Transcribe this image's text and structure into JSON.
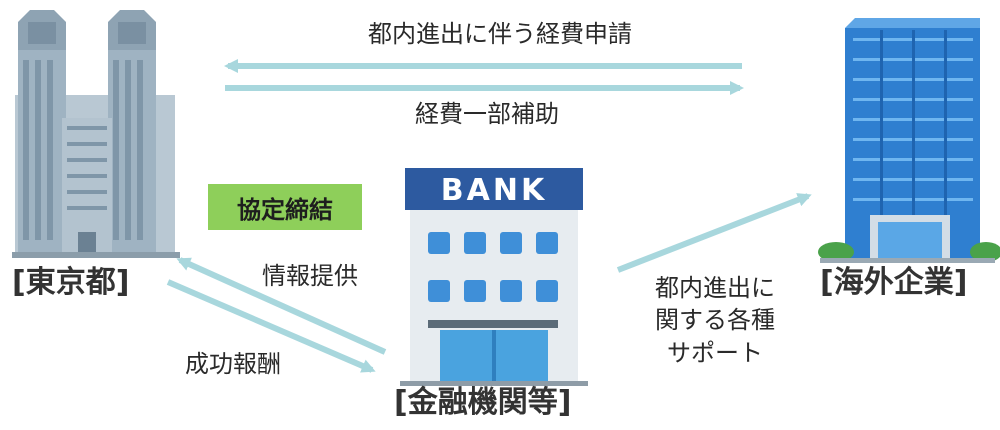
{
  "nodes": {
    "tokyo": "[東京都]",
    "bank": "[金融機関等]",
    "overseas": "[海外企業]"
  },
  "bank_sign": "BANK",
  "badge": "協定締結",
  "edges": {
    "top_left": "都内進出に伴う経費申請",
    "top_right": "経費一部補助",
    "info": "情報提供",
    "reward": "成功報酬",
    "support_line1": "都内進出に",
    "support_line2": "関する各種",
    "support_line3": "サポート"
  },
  "colors": {
    "arrow": "#a8d7dd",
    "badge": "#8ecf5a",
    "bank_roof": "#2d5aa0",
    "building_glass": "#3a86d6"
  }
}
